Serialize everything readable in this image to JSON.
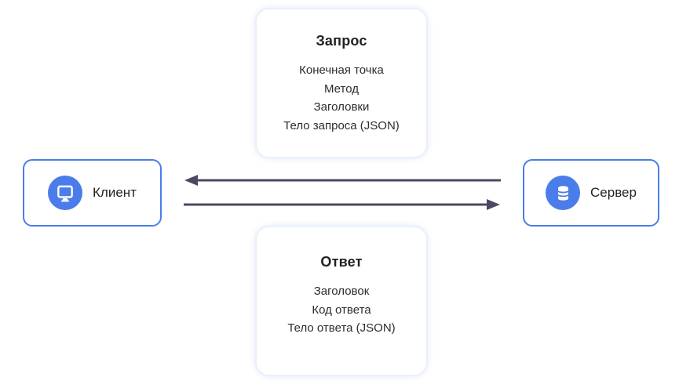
{
  "diagram": {
    "request_card": {
      "title": "Запрос",
      "items": [
        "Конечная точка",
        "Метод",
        "Заголовки",
        "Тело запроса (JSON)"
      ]
    },
    "response_card": {
      "title": "Ответ",
      "items": [
        "Заголовок",
        "Код ответа",
        "Тело ответа (JSON)"
      ]
    },
    "client_node": {
      "label": "Клиент",
      "icon": "monitor-icon"
    },
    "server_node": {
      "label": "Сервер",
      "icon": "database-icon"
    },
    "arrows": [
      {
        "direction": "left",
        "from": "server",
        "to": "client"
      },
      {
        "direction": "right",
        "from": "client",
        "to": "server"
      }
    ],
    "colors": {
      "accent_blue": "#4a7de9",
      "arrow": "#4c4963",
      "card_border": "#e9effd",
      "text_dark": "#222126"
    }
  }
}
